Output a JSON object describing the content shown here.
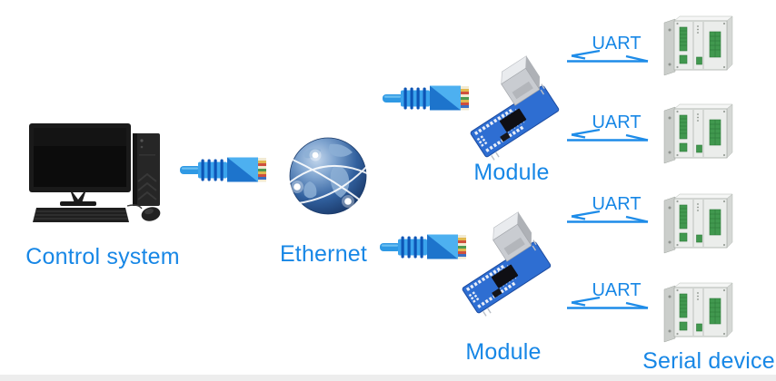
{
  "canvas": {
    "background": "#ffffff",
    "footer_strip_color": "#ededed",
    "accent_color": "#1787e6"
  },
  "nodes": {
    "control_system": {
      "label": "Control system",
      "icon": "desktop-computer-icon"
    },
    "ethernet": {
      "label": "Ethernet",
      "icon": "globe-icon"
    },
    "module_top": {
      "label": "Module",
      "icon": "serial-module-icon"
    },
    "module_bottom": {
      "label": "Module",
      "icon": "serial-module-icon"
    },
    "serial_device": {
      "label": "Serial device",
      "icon": "serial-device-icon"
    }
  },
  "links": {
    "uart_1": {
      "label": "UART"
    },
    "uart_2": {
      "label": "UART"
    },
    "uart_3": {
      "label": "UART"
    },
    "uart_4": {
      "label": "UART"
    }
  }
}
